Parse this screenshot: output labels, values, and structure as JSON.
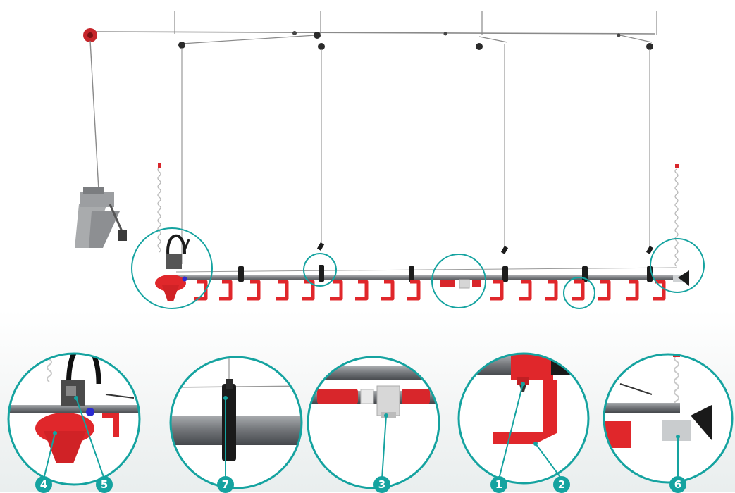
{
  "colors": {
    "teal": "#15a3a0",
    "red": "#e0272b",
    "dark_red": "#b91c1f",
    "pipe": "#8d8f92",
    "pipe_dark": "#5f6164",
    "black": "#1c1c1c",
    "wire": "#9a9a9a"
  },
  "callouts": [
    {
      "number": "1"
    },
    {
      "number": "2"
    },
    {
      "number": "3"
    },
    {
      "number": "4"
    },
    {
      "number": "5"
    },
    {
      "number": "6"
    },
    {
      "number": "7"
    }
  ],
  "icons": [
    "winch-icon",
    "pulley-icon",
    "regulator-icon",
    "drinker-cup-icon",
    "coupling-icon",
    "end-valve-icon",
    "saddle-clamp-icon"
  ]
}
